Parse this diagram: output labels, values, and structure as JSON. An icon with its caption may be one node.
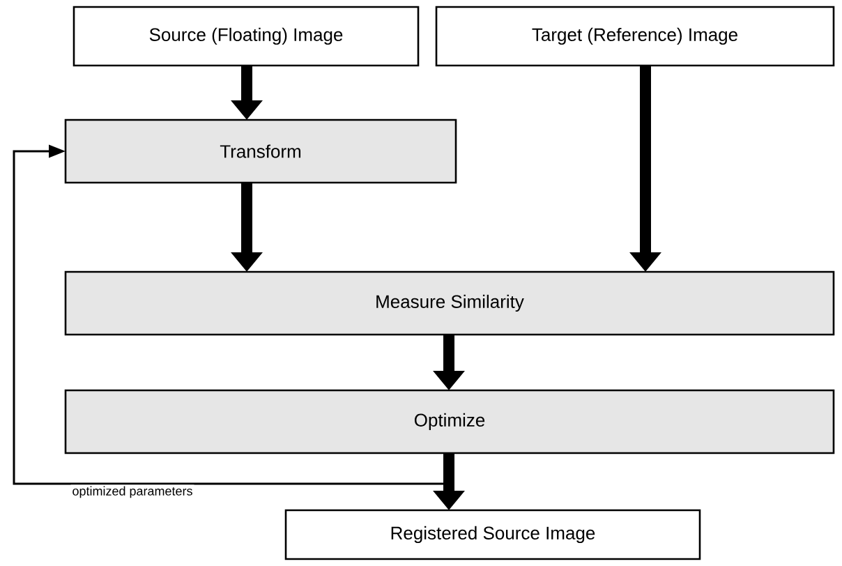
{
  "diagram": {
    "nodes": [
      {
        "text": [
          "Source (Floating) Image"
        ]
      },
      {
        "text": [
          "Target (Reference) Image"
        ]
      },
      {
        "text": [
          "Transform"
        ]
      },
      {
        "text": [
          "Measure Similarity"
        ]
      },
      {
        "text": [
          "Optimize"
        ]
      },
      {
        "text": [
          "Registered Source Image"
        ]
      }
    ],
    "edges": [
      {
        "from": 0,
        "to": 2,
        "arrow": "to"
      },
      {
        "from": 1,
        "to": 3,
        "arrow": "to"
      },
      {
        "from": 2,
        "to": 3,
        "arrow": "to"
      },
      {
        "from": 3,
        "to": 4,
        "arrow": "to"
      },
      {
        "from": 4,
        "to": 5,
        "arrow": "to"
      },
      {
        "from": 4,
        "to": 2,
        "arrow": "to",
        "label": "optimized parameters"
      }
    ]
  }
}
